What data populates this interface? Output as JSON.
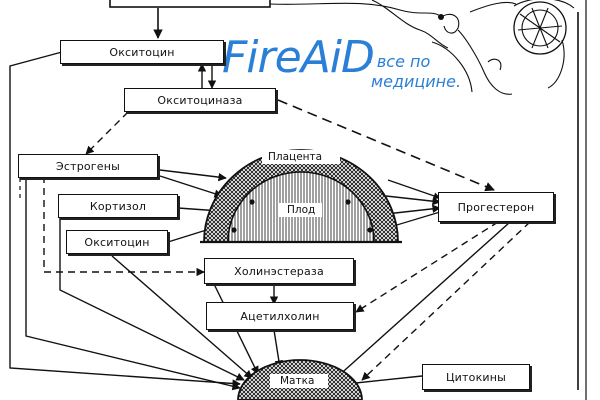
{
  "watermark": {
    "brand": "FireAiD",
    "tagline_line1": "- все по",
    "tagline_line2": "медицине."
  },
  "nodes": {
    "oxytocin_top": "Окситоцин",
    "oxytocinase": "Окситоциназа",
    "estrogens": "Эстрогены",
    "cortisol": "Кортизол",
    "oxytocin_fetal": "Окситоцин",
    "progesterone": "Прогестерон",
    "cholinesterase": "Холинэстераза",
    "acetylcholine": "Ацетилхолин",
    "cytokines": "Цитокины"
  },
  "dome_labels": {
    "placenta": "Плацента",
    "fetus": "Плод",
    "uterus": "Матка"
  }
}
